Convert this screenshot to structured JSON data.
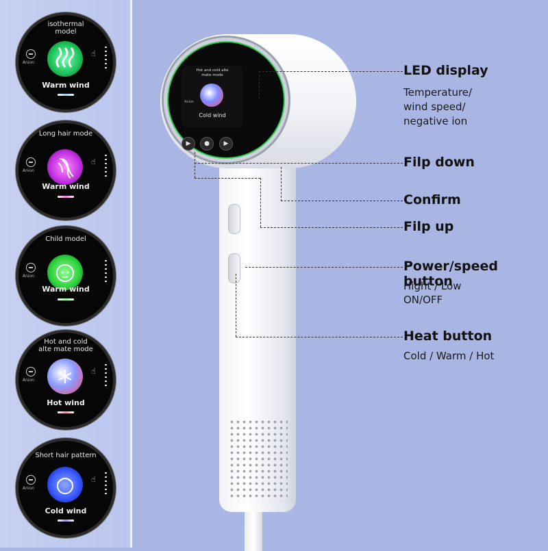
{
  "modes": [
    {
      "title": "isothermal\nmodel",
      "anion": "Anion",
      "wind": "Warm wind",
      "glow": "#2bd66d",
      "icon": "heat-waves-icon",
      "bar": "#9de0ff"
    },
    {
      "title": "Long hair mode",
      "anion": "Anion",
      "wind": "Warm wind",
      "glow": "#d23cf0",
      "icon": "long-hair-icon",
      "bar": "#ff7ad9"
    },
    {
      "title": "Child model",
      "anion": "Anion",
      "wind": "Warm wind",
      "glow": "#39e04d",
      "icon": "child-face-icon",
      "bar": "#8dff9b"
    },
    {
      "title": "Hot and cold\nalte mate mode",
      "anion": "Anion",
      "wind": "Hot wind",
      "glow": "#ff5a7a",
      "icon": "snowflake-icon",
      "bar": "#ff8ba0"
    },
    {
      "title": "Short hair pattern",
      "anion": "Anion",
      "wind": "Cold wind",
      "glow": "#3a64ff",
      "icon": "short-hair-icon",
      "bar": "#7fa0ff"
    }
  ],
  "dryer_screen": {
    "title": "Hot and cold alte\nmate mode",
    "anion": "Anion",
    "wind": "Cold wind"
  },
  "callouts": {
    "led_display": "LED display",
    "led_display_desc": [
      "Temperature/",
      "wind speed/",
      "negative ion"
    ],
    "flip_down": "Filp down",
    "confirm": "Confirm",
    "flip_up": "Filp up",
    "power_speed": "Power/speed button",
    "power_speed_desc": [
      "Hight / Low",
      "ON/OFF"
    ],
    "heat": "Heat button",
    "heat_desc": "Cold / Warm / Hot"
  }
}
